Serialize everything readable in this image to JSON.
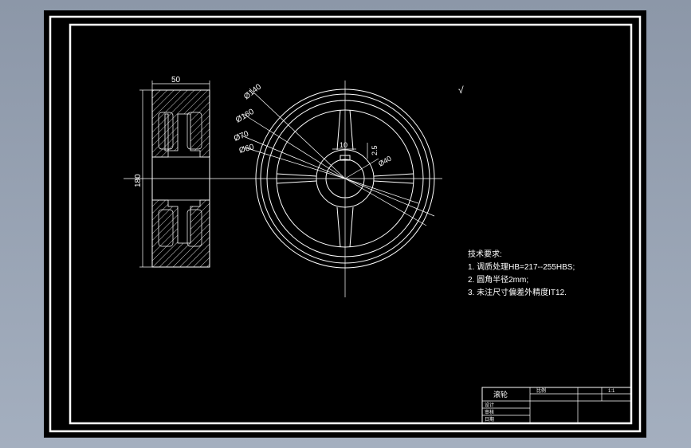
{
  "colors": {
    "background": "#000000",
    "lines": "#ffffff",
    "window": "#96a1b2"
  },
  "side_view": {
    "width_label": "50",
    "height_label": "180"
  },
  "front_view": {
    "diameters": [
      {
        "label": "Ø140"
      },
      {
        "label": "Ø160"
      },
      {
        "label": "Ø70"
      },
      {
        "label": "Ø60"
      },
      {
        "label": "Ø40"
      }
    ],
    "keyway_width": "10",
    "keyway_depth": "2.5"
  },
  "roughness_symbol": "√",
  "notes": {
    "title": "技术要求:",
    "items": [
      "1. 调质处理HB=217--255HBS;",
      "2. 圆角半径2mm;",
      "3. 未注尺寸偏差外精度IT12."
    ]
  },
  "title_block": {
    "part_name": "滚轮",
    "sheet_label": "比例",
    "scale": "1:1",
    "rows": [
      "设计",
      "审核",
      "日期"
    ]
  }
}
